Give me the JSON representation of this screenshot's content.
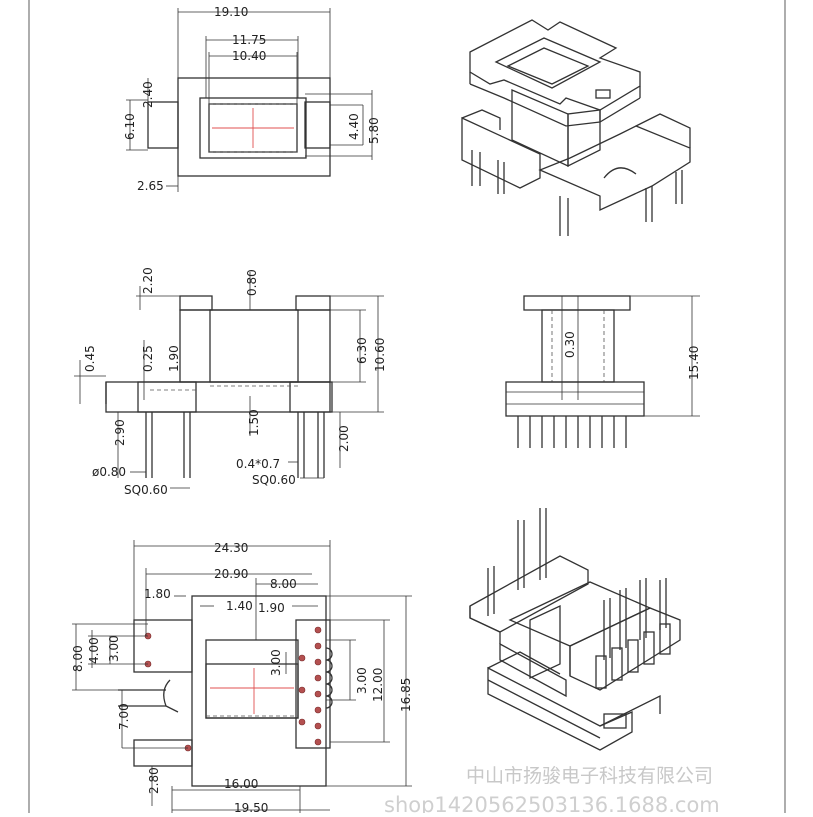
{
  "dimensions": {
    "top_view": {
      "overall_width": "19.10",
      "inner_width": "11.75",
      "window_width": "10.40",
      "height_total": "6.10",
      "flange": "2.40",
      "slot_a": "4.40",
      "slot_b": "5.80",
      "foot": "2.65"
    },
    "front_view": {
      "top_flange": "2.20",
      "wall": "0.80",
      "base_thick": "0.45",
      "slot": "0.25",
      "pin_offset": "1.90",
      "inner_height": "6.30",
      "total_height": "10.60",
      "pin_length": "2.90",
      "base_gap": "1.50",
      "pin_pitch": "2.00",
      "pin_diameter": "ø0.80",
      "pin_square_left": "SQ0.60",
      "pin_rect": "0.4*0.7",
      "pin_square_right": "SQ0.60"
    },
    "side_view": {
      "flange": "0.30",
      "height": "15.40"
    },
    "bottom_view": {
      "overall_width": "24.30",
      "body_width": "20.90",
      "right_span": "8.00",
      "left_pin_offset": "1.80",
      "gap": "1.40",
      "pitch_right": "1.90",
      "left_height": "8.00",
      "left_pitch": "4.00",
      "left_pin_gap": "3.00",
      "right_pin_gap": "3.00",
      "right_pitch": "3.00",
      "right_span_v": "12.00",
      "total_height": "16.85",
      "left_lower": "7.00",
      "bottom_offset": "2.80",
      "base_width": "16.00",
      "bottom_width": "19.50"
    }
  },
  "watermark": {
    "company": "中山市扬骏电子科技有限公司",
    "shop": "shop1420562503136.1688.com"
  }
}
